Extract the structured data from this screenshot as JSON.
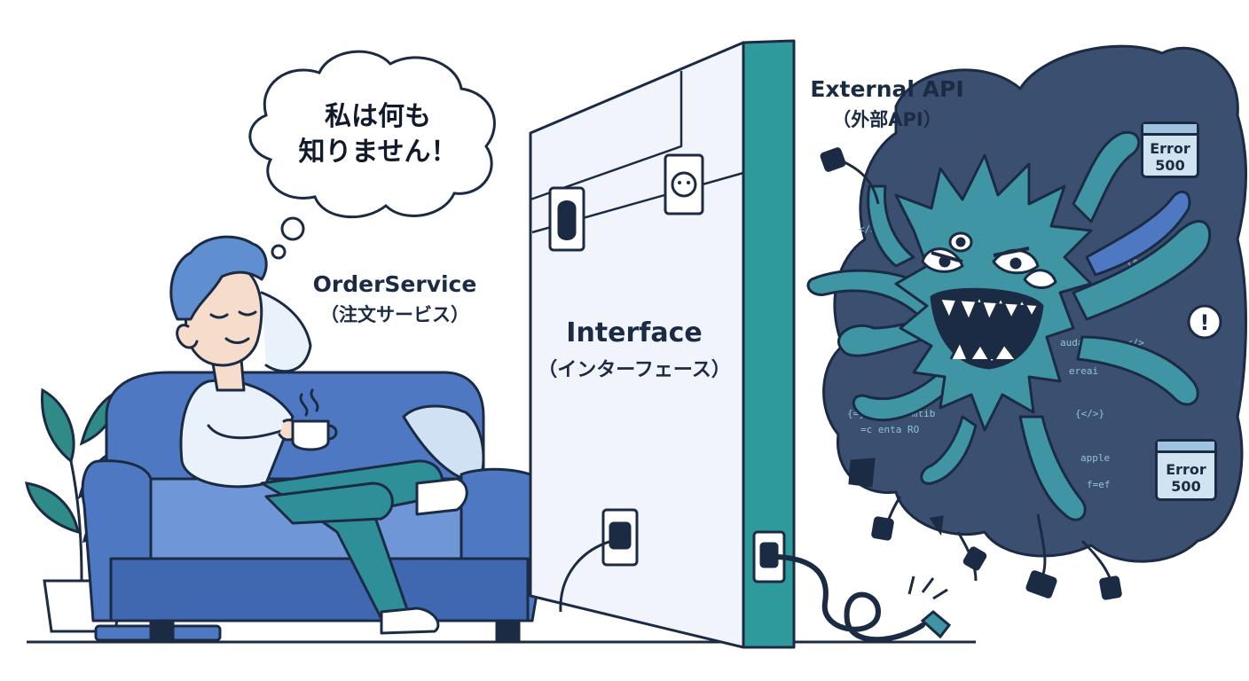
{
  "thought_bubble": {
    "line1": "私は何も",
    "line2": "知りません！"
  },
  "order_service": {
    "name": "OrderService",
    "subtitle": "（注文サービス）"
  },
  "interface": {
    "name": "Interface",
    "subtitle": "（インターフェース）"
  },
  "external_api": {
    "name": "External API",
    "subtitle": "（外部API）"
  },
  "error_badges": [
    {
      "line1": "Error",
      "line2": "500"
    },
    {
      "line1": "Error",
      "line2": "500"
    }
  ],
  "warning_symbol": "!",
  "colors": {
    "outline": "#1c2b44",
    "sofa": "#4e79c2",
    "sofa_light": "#6f96d6",
    "wall": "#f1f5fb",
    "wall_edge": "#2f9a9c",
    "monster": "#3f95a3",
    "cloud": "#3b5070",
    "skin": "#f6dccb",
    "hair": "#5f8fd0",
    "pants": "#2f8f99",
    "plant": "#2f8b86"
  }
}
